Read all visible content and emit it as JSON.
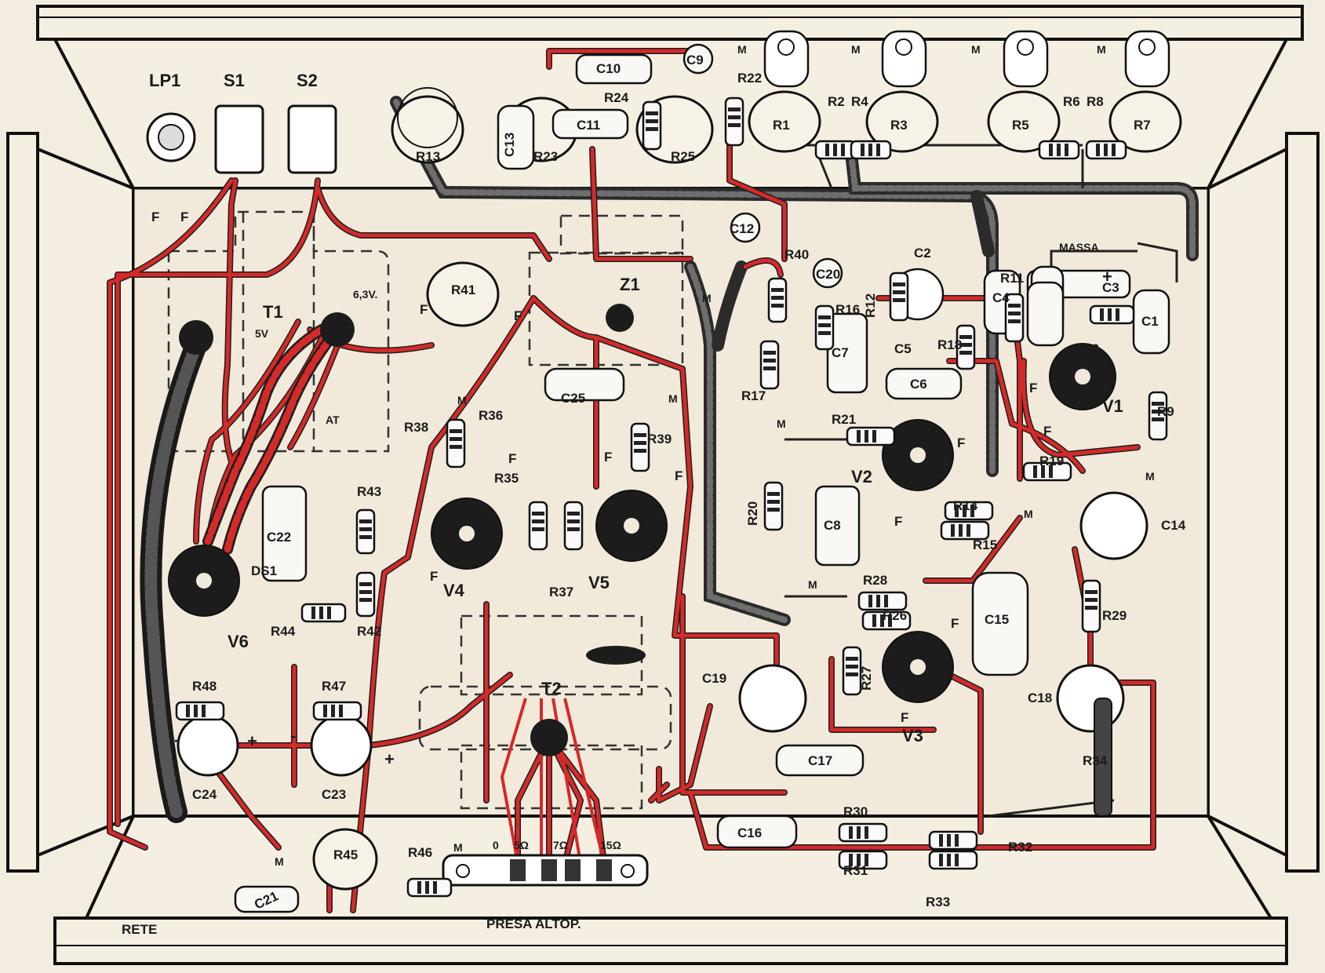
{
  "tubes": [
    "V1",
    "V2",
    "V3",
    "V4",
    "V5",
    "V6"
  ],
  "pots": [
    "R1",
    "R3",
    "R5",
    "R7",
    "R13",
    "R23",
    "R25",
    "R41",
    "R45"
  ],
  "resistors": [
    "R2",
    "R4",
    "R6",
    "R8",
    "R9",
    "R10",
    "R11",
    "R12",
    "R14",
    "R15",
    "R16",
    "R17",
    "R18",
    "R19",
    "R20",
    "R21",
    "R22",
    "R24",
    "R26",
    "R27",
    "R28",
    "R29",
    "R30",
    "R31",
    "R32",
    "R33",
    "R34",
    "R35",
    "R36",
    "R37",
    "R38",
    "R39",
    "R40",
    "R42",
    "R43",
    "R44",
    "R46",
    "R47",
    "R48"
  ],
  "capacitors": [
    "C1",
    "C2",
    "C3",
    "C4",
    "C5",
    "C6",
    "C7",
    "C8",
    "C9",
    "C10",
    "C11",
    "C12",
    "C13",
    "C14",
    "C15",
    "C16",
    "C17",
    "C18",
    "C19",
    "C20",
    "C21",
    "C22",
    "C23",
    "C24",
    "C25"
  ],
  "front_panel": {
    "lamp": "LP1",
    "switch1": "S1",
    "switch2": "S2"
  },
  "transformers": {
    "t1": "T1",
    "t2": "T2",
    "choke": "Z1"
  },
  "t1_labels": {
    "v5": "5V",
    "v63": "6,3V.",
    "at": "AT"
  },
  "diode": "DS1",
  "markers": {
    "filament": "F",
    "ground": "M",
    "massa": "MASSA",
    "plus": "+",
    "minus": "-"
  },
  "speaker_terminal": {
    "title": "PRESA ALTOP.",
    "taps": [
      "M",
      "0",
      "5Ω",
      "7Ω",
      "15Ω"
    ]
  },
  "mains": "RETE"
}
